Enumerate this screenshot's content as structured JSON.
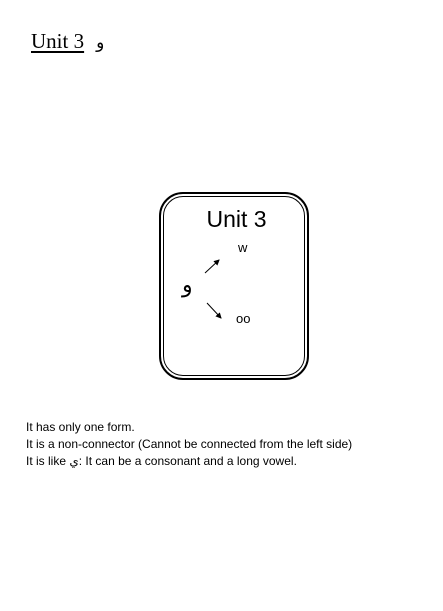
{
  "header": {
    "title": "Unit 3",
    "letter": "و"
  },
  "card": {
    "title": "Unit 3",
    "letter": "و",
    "sound_top": "w",
    "sound_bottom": "oo"
  },
  "notes": [
    "It has only one form.",
    "It is a non-connector (Cannot be connected from the left side)",
    "It is like ي: It can be a consonant and a long vowel."
  ]
}
